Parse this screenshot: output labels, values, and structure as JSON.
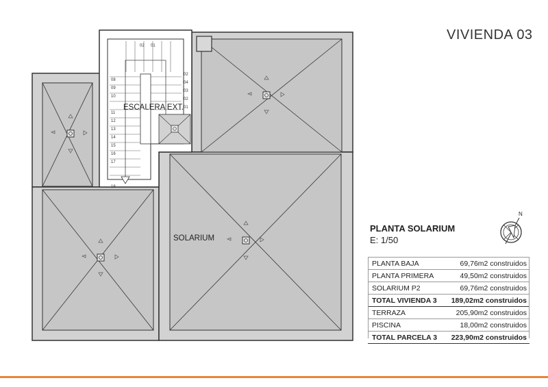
{
  "header": {
    "title": "VIVIENDA 03"
  },
  "plan": {
    "label_escalera": "ESCALERA EXT.",
    "label_solarium": "SOLARIUM",
    "stair_steps_left": [
      "08",
      "09",
      "10",
      "11",
      "12",
      "13",
      "14",
      "15",
      "16",
      "17",
      "18"
    ],
    "stair_steps_right": [
      "02",
      "04",
      "03",
      "02",
      "01"
    ],
    "stair_steps_top": [
      "02",
      "01"
    ]
  },
  "legend": {
    "sheet_title": "PLANTA SOLARIUM",
    "scale": "E: 1/50",
    "compass_label": "N"
  },
  "summary": {
    "rows": [
      {
        "label": "PLANTA BAJA",
        "value": "69,76m2 construidos",
        "bold": false
      },
      {
        "label": "PLANTA PRIMERA",
        "value": "49,50m2 construidos",
        "bold": false
      },
      {
        "label": "SOLARIUM P2",
        "value": "69,76m2 construidos",
        "bold": false
      },
      {
        "label": "TOTAL VIVIENDA 3",
        "value": "189,02m2 construidos",
        "bold": true
      },
      {
        "label": "TERRAZA",
        "value": "205,90m2 construidos",
        "bold": false
      },
      {
        "label": "PISCINA",
        "value": "18,00m2 construidos",
        "bold": false
      },
      {
        "label": "TOTAL PARCELA 3",
        "value": "223,90m2 construidos",
        "bold": true
      }
    ]
  },
  "colors": {
    "accent": "#e8843a",
    "roof": "#d4d4d4",
    "line": "#333333"
  }
}
